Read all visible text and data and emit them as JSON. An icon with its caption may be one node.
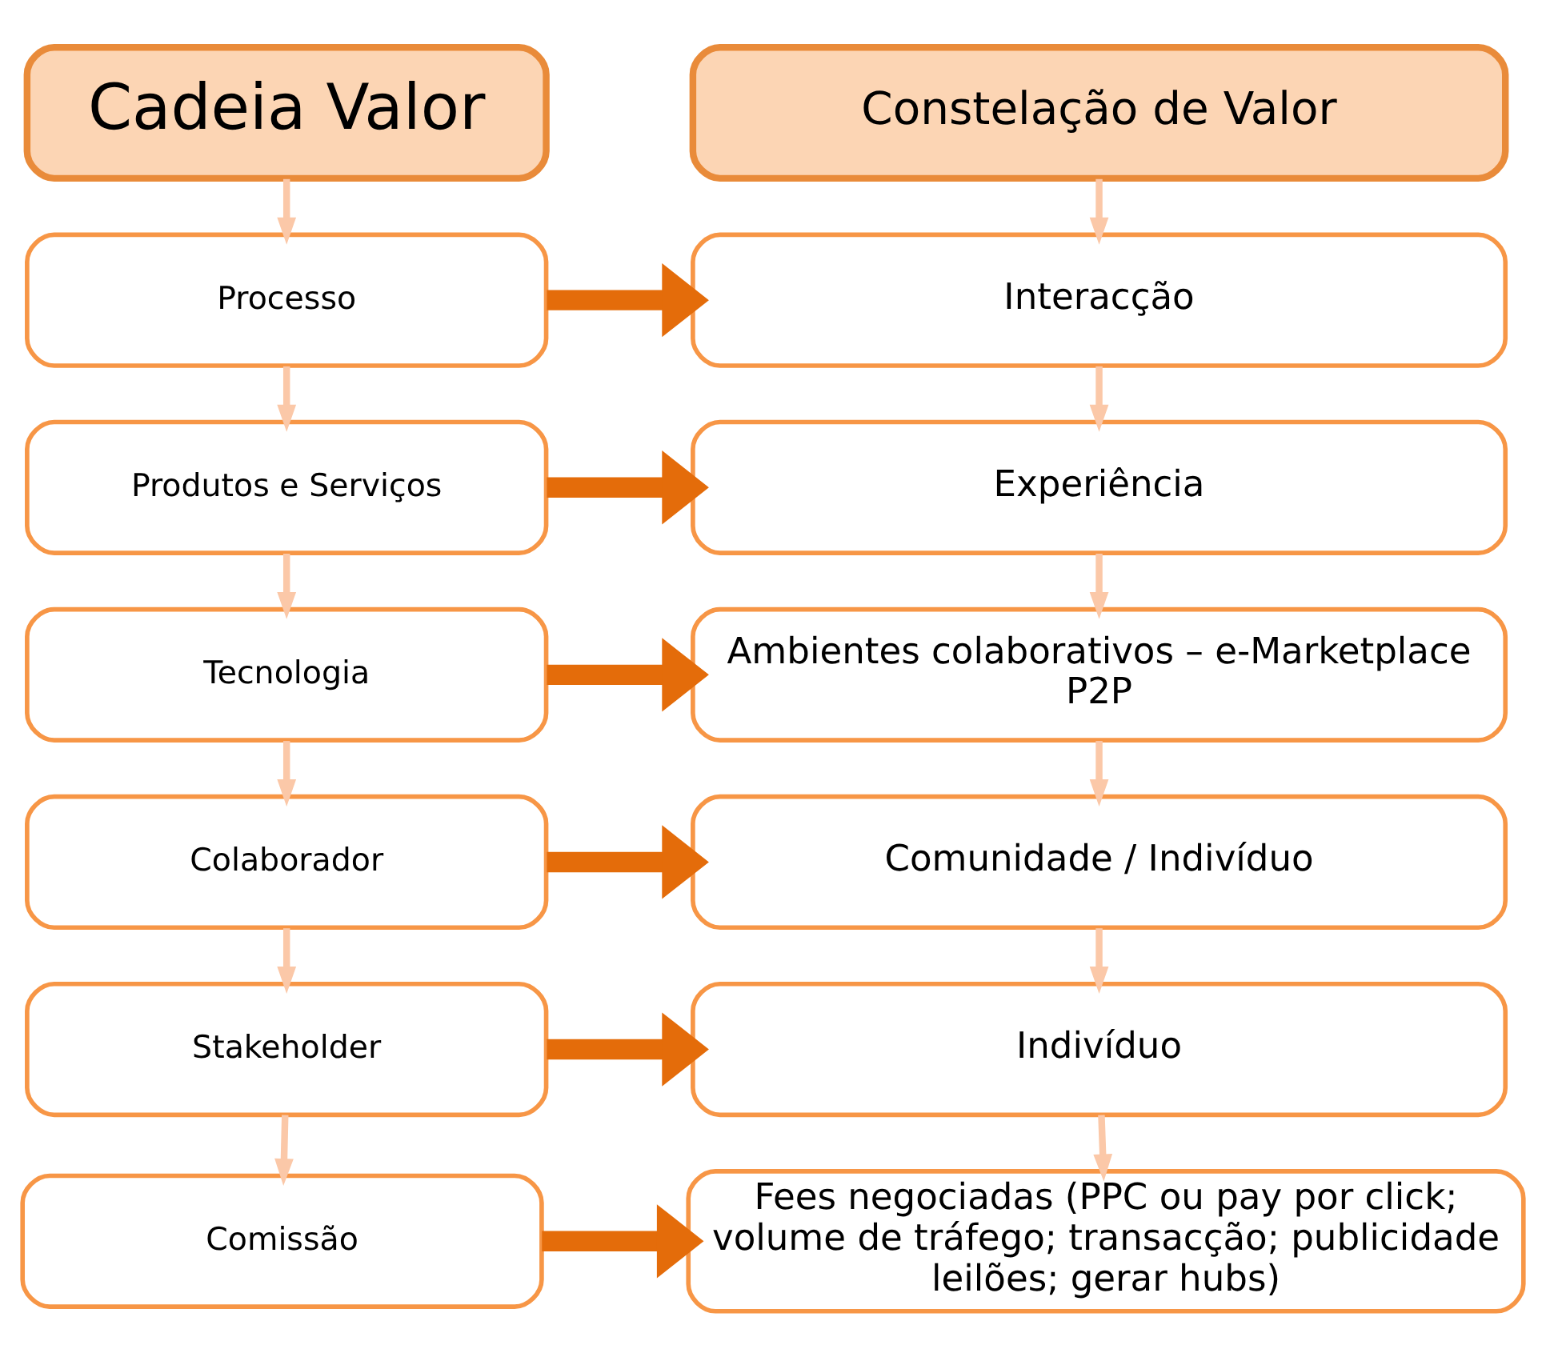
{
  "diagram": {
    "nodes": [
      {
        "text": [
          "Cadeia Valor"
        ]
      },
      {
        "text": [
          "Processo"
        ]
      },
      {
        "text": [
          "Produtos e Serviços"
        ]
      },
      {
        "text": [
          "Tecnologia"
        ]
      },
      {
        "text": [
          "Colaborador"
        ]
      },
      {
        "text": [
          "Stakeholder"
        ]
      },
      {
        "text": [
          "Comissão"
        ]
      },
      {
        "text": [
          "Constelação de Valor"
        ]
      },
      {
        "text": [
          "Interacção"
        ]
      },
      {
        "text": [
          "Experiência"
        ]
      },
      {
        "text": [
          "Ambientes colaborativos – e-Marketplace P2P"
        ]
      },
      {
        "text": [
          "Comunidade / Indivíduo"
        ]
      },
      {
        "text": [
          "Indivíduo"
        ]
      },
      {
        "text": [
          "Fees negociadas (PPC ou pay por click; volume de tráfego; transacção; publicidade leilões; gerar hubs)"
        ]
      }
    ],
    "edges": [
      {
        "from": 0,
        "to": 1,
        "arrow": "to"
      },
      {
        "from": 1,
        "to": 2,
        "arrow": "to"
      },
      {
        "from": 2,
        "to": 3,
        "arrow": "to"
      },
      {
        "from": 3,
        "to": 4,
        "arrow": "to"
      },
      {
        "from": 4,
        "to": 5,
        "arrow": "to"
      },
      {
        "from": 5,
        "to": 6,
        "arrow": "to"
      },
      {
        "from": 7,
        "to": 8,
        "arrow": "to"
      },
      {
        "from": 8,
        "to": 9,
        "arrow": "to"
      },
      {
        "from": 9,
        "to": 10,
        "arrow": "to"
      },
      {
        "from": 10,
        "to": 11,
        "arrow": "to"
      },
      {
        "from": 11,
        "to": 12,
        "arrow": "to"
      },
      {
        "from": 12,
        "to": 13,
        "arrow": "to"
      },
      {
        "from": 1,
        "to": 8,
        "arrow": "to",
        "style": "thick",
        "color": "#e46c0a"
      },
      {
        "from": 2,
        "to": 9,
        "arrow": "to",
        "style": "thick",
        "color": "#e46c0a"
      },
      {
        "from": 3,
        "to": 10,
        "arrow": "to",
        "style": "thick",
        "color": "#e46c0a"
      },
      {
        "from": 4,
        "to": 11,
        "arrow": "to",
        "style": "thick",
        "color": "#e46c0a"
      },
      {
        "from": 5,
        "to": 12,
        "arrow": "to",
        "style": "thick",
        "color": "#e46c0a"
      },
      {
        "from": 6,
        "to": 13,
        "arrow": "to",
        "style": "thick",
        "color": "#e46c0a"
      }
    ]
  }
}
